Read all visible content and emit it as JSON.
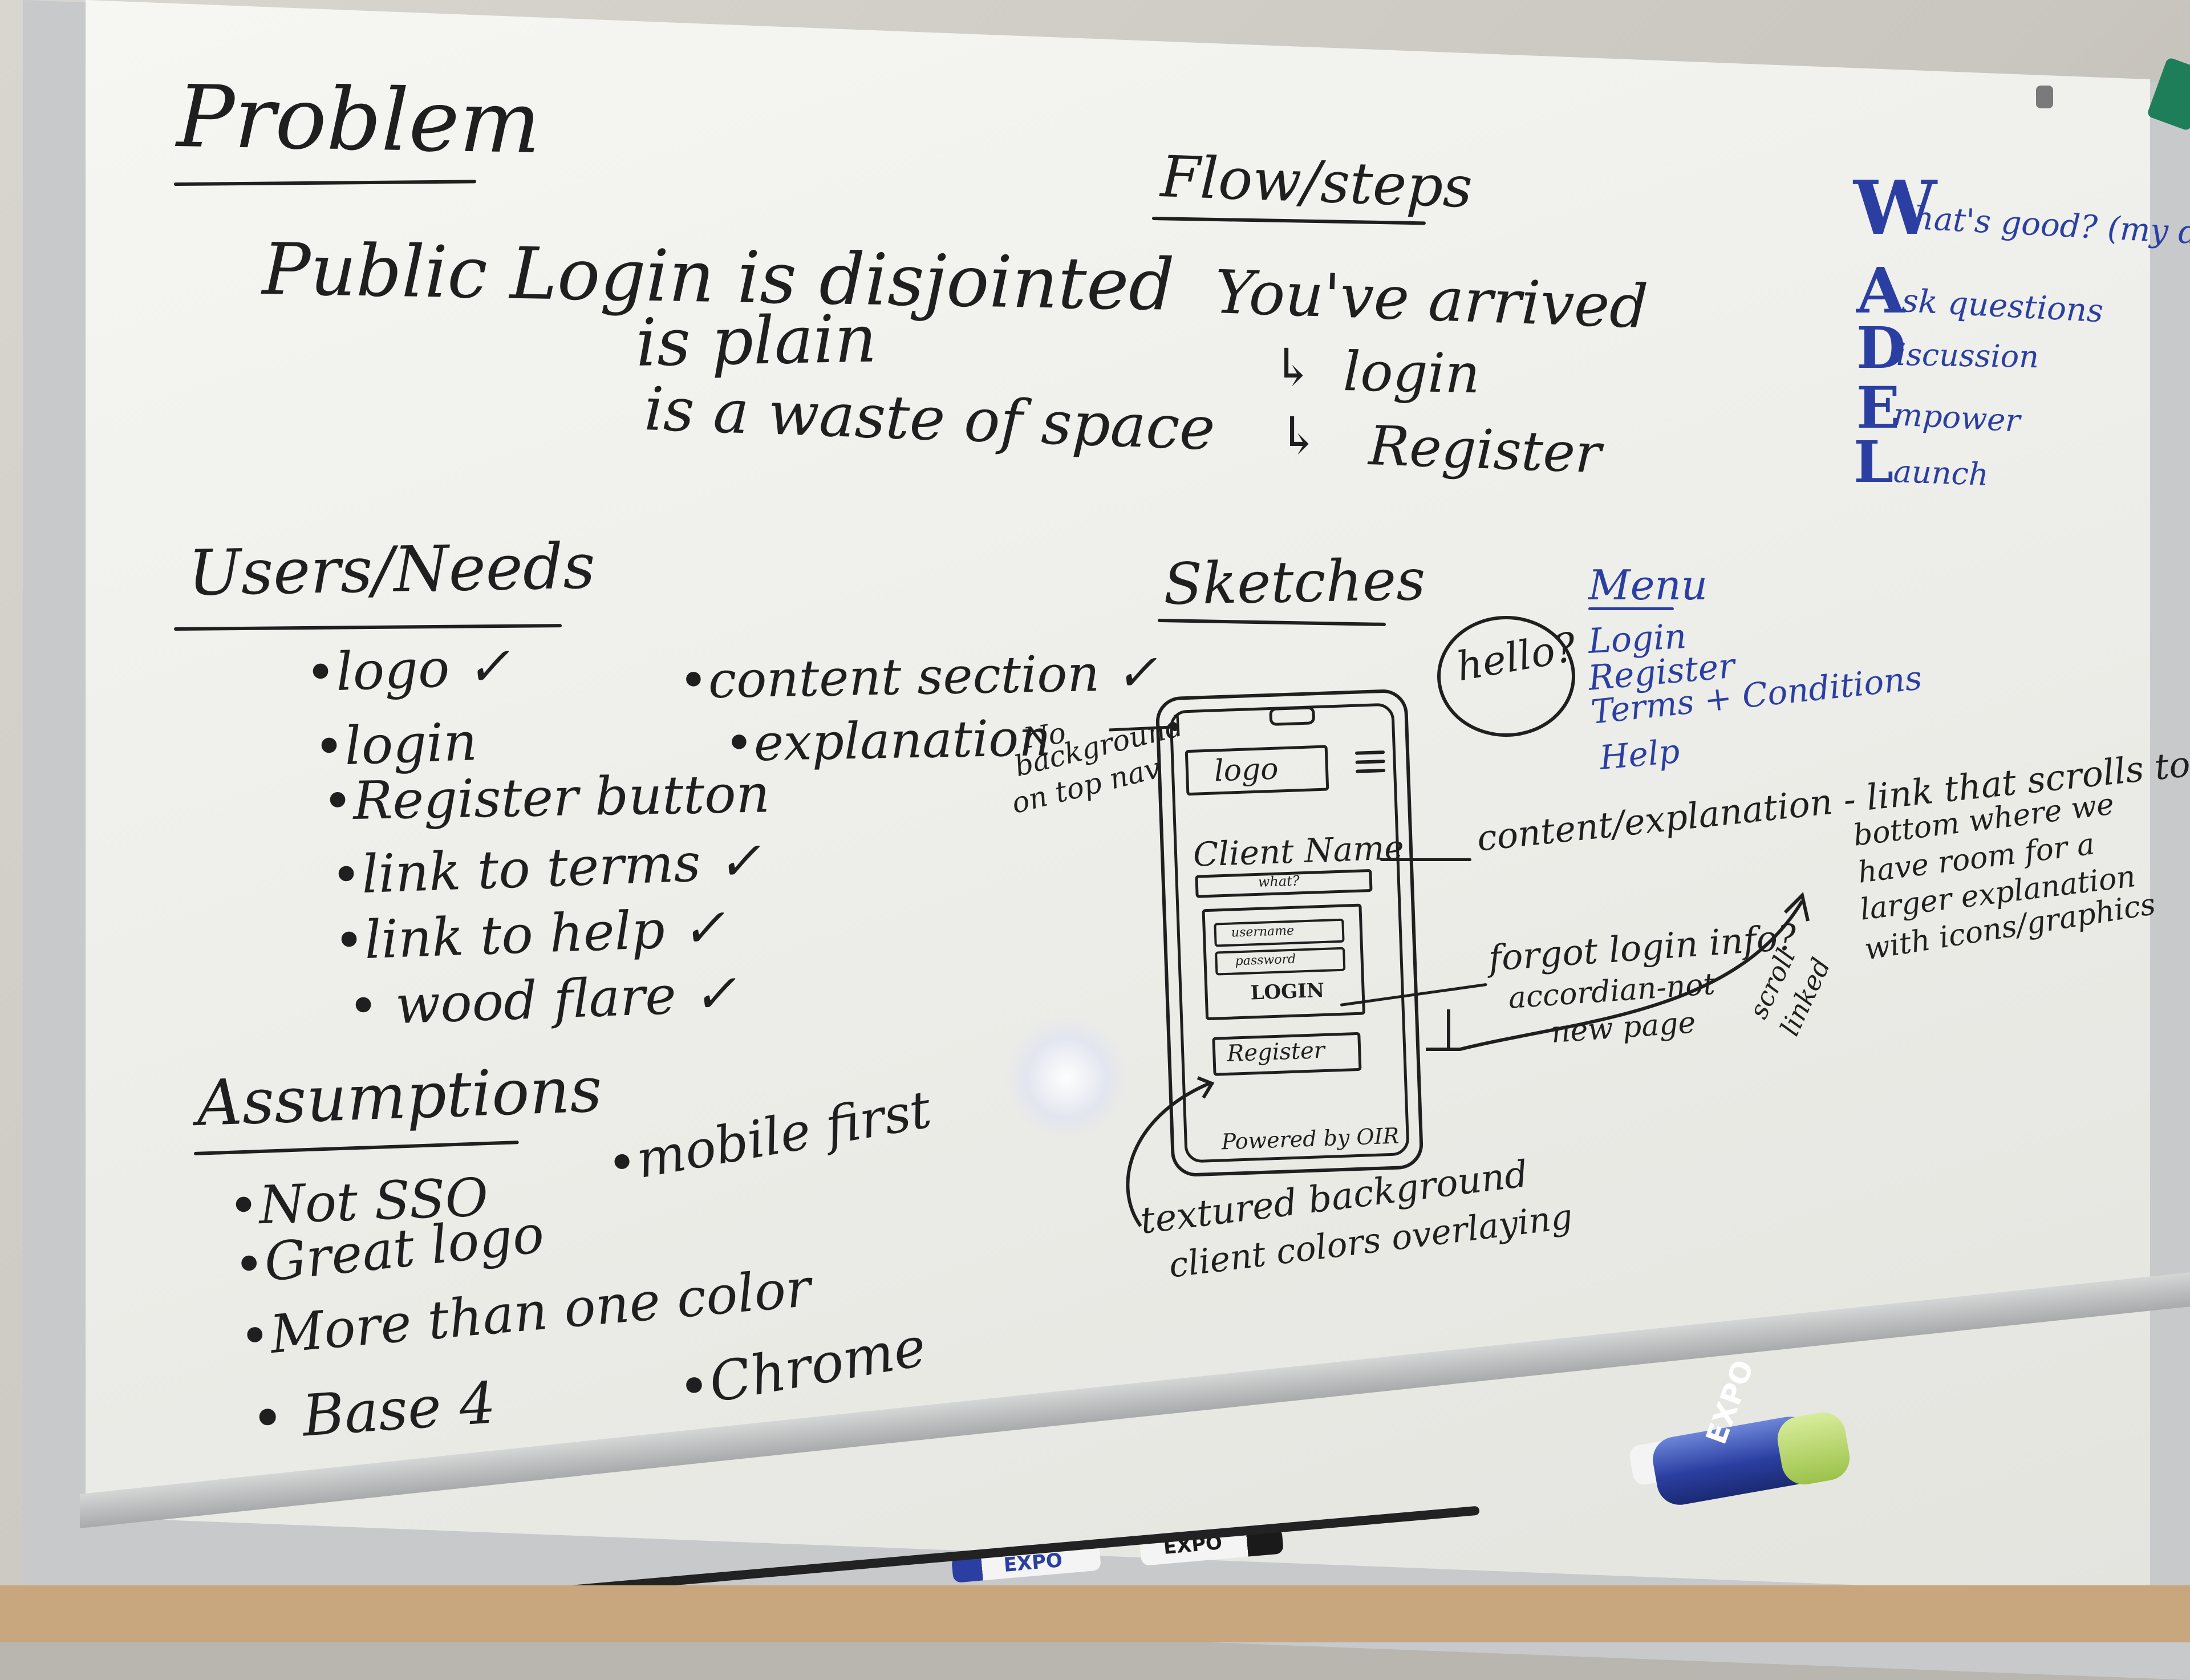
{
  "board": {
    "problem": {
      "heading": "Problem",
      "lines": [
        "Public Login is disjointed",
        "is plain",
        "is a waste of space"
      ]
    },
    "flow": {
      "heading": "Flow/steps",
      "arrived": "You've arrived",
      "steps": [
        "login",
        "Register"
      ]
    },
    "wadel": {
      "letters": [
        "W",
        "A",
        "D",
        "E",
        "L"
      ],
      "rest": [
        "hat's good? (my dudes)",
        "sk questions",
        "iscussion",
        "mpower",
        "aunch"
      ]
    },
    "users": {
      "heading": "Users/Needs",
      "col1": [
        "•logo ✓",
        "•login",
        "•Register button",
        "•link to terms ✓",
        "•link to help ✓",
        "• wood flare ✓"
      ],
      "col2": [
        "•content section ✓",
        "•explanation"
      ]
    },
    "sketches": {
      "heading": "Sketches",
      "menu_title": "Menu",
      "menu_items": [
        "Login",
        "Register",
        "Terms + Conditions",
        "Help"
      ],
      "bubble": "hello?",
      "no_bg_note": [
        "No",
        "background",
        "on top nav"
      ],
      "phone": {
        "logo": "logo",
        "client_name": "Client Name",
        "what": "what?",
        "username": "username",
        "password": "password",
        "login": "LOGIN",
        "register": "Register",
        "powered": "Powered by OIR"
      },
      "content_note": "content/explanation - link that scrolls to",
      "content_note_more": [
        "bottom where we",
        "have room for a",
        "larger explanation",
        "with icons/graphics"
      ],
      "forgot_note": [
        "forgot login info?",
        "accordian-not",
        "new page"
      ],
      "scroll_linked": [
        "scroll",
        "linked"
      ],
      "textured_note": [
        "textured background",
        "client colors overlaying"
      ]
    },
    "assumptions": {
      "heading": "Assumptions",
      "items": [
        "•Not SSO",
        "•Great logo",
        "•More than one color",
        "• Base 4"
      ],
      "col2": [
        "•mobile first",
        "•Chrome"
      ]
    }
  },
  "objects": {
    "markers": [
      "EXPO",
      "EXPO"
    ],
    "spray_label": "EXPO",
    "colors": {
      "ink": "#1f1f1f",
      "blue_ink": "#2b3fa2",
      "board": "#f0f0ec"
    }
  }
}
